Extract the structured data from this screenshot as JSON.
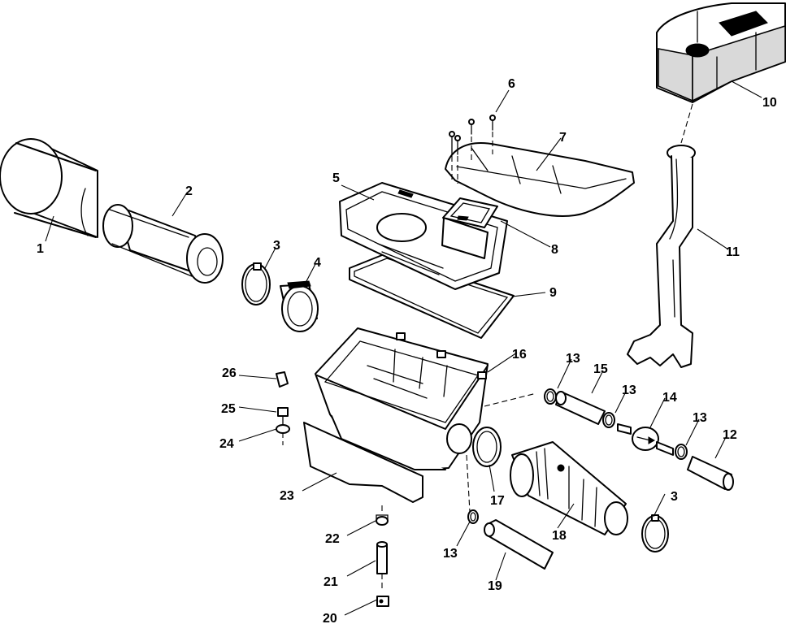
{
  "diagram": {
    "type": "exploded-parts-view",
    "callouts": [
      "1",
      "2",
      "3",
      "3",
      "4",
      "5",
      "6",
      "7",
      "8",
      "9",
      "10",
      "11",
      "12",
      "13",
      "13",
      "13",
      "13",
      "14",
      "15",
      "16",
      "17",
      "18",
      "19",
      "20",
      "21",
      "22",
      "23",
      "24",
      "25",
      "26"
    ]
  }
}
